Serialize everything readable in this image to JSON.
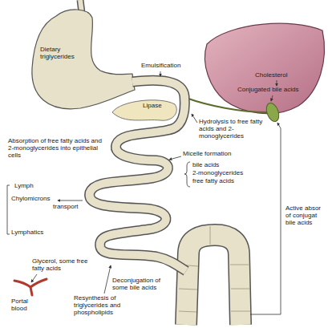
{
  "diagram": {
    "labels": [
      "Dietary triglycerides",
      "Emulsification",
      "Cholesterol",
      "Conjugated bile acids",
      "Lipase",
      "Hydrolysis to free fatty acids and 2-monoglycerides",
      "Absorption of free fatty acids and 2-monoglycerides into epithelial cells",
      "Micelle formation",
      "bile acids",
      "2-monoglycerides",
      "free fatty acids",
      "Lymph",
      "Chylomicrons",
      "transport",
      "Lymphatics",
      "Glycerol, some free fatty acids",
      "Portal blood",
      "Resynthesis of triglycerides and phospholipids",
      "Deconjugation of some bile acids",
      "Active absor of conjugat bile acids"
    ]
  }
}
